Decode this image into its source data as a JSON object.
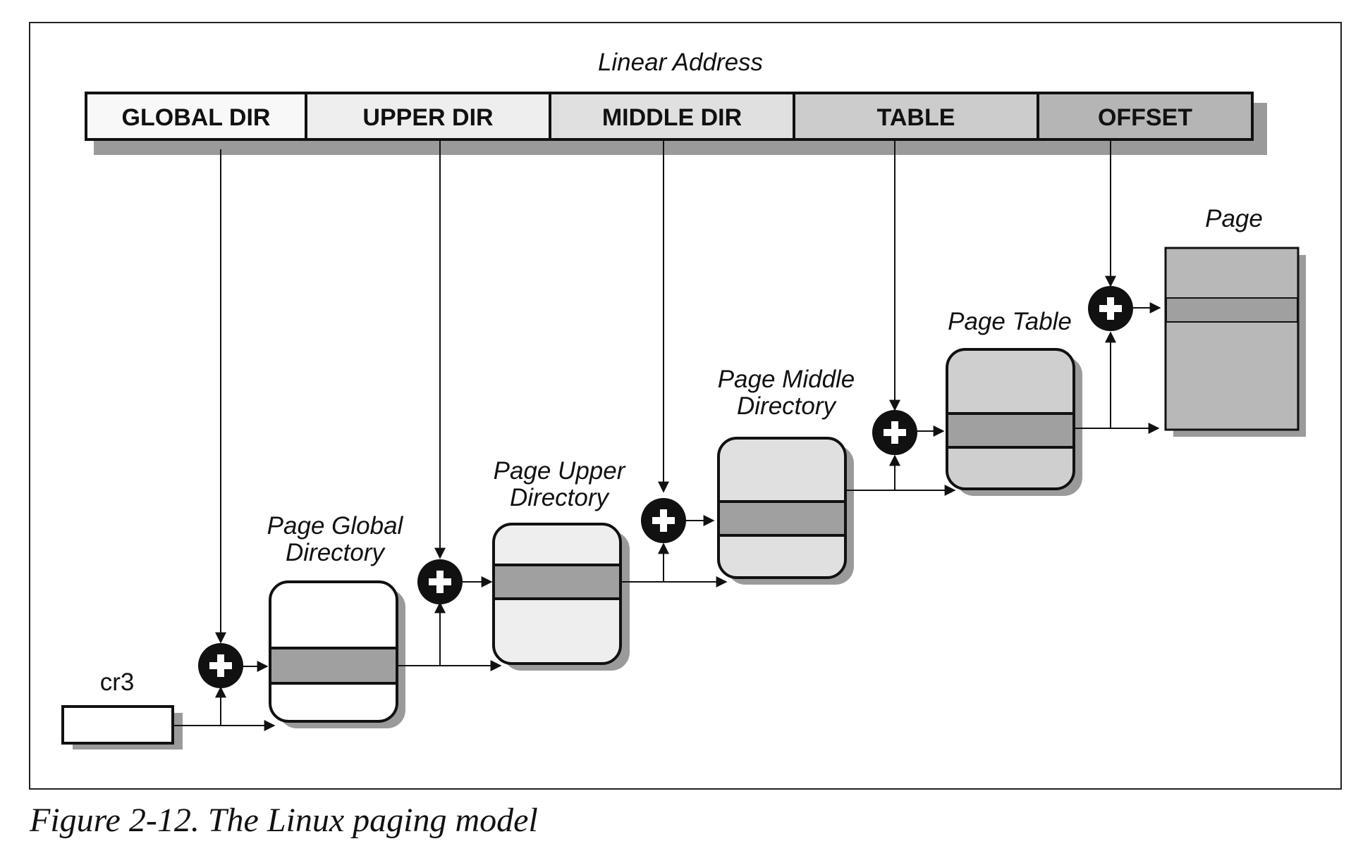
{
  "diagram": {
    "linear_address_label": "Linear Address",
    "fields": [
      {
        "label": "GLOBAL DIR",
        "fill": "#f8f8f8"
      },
      {
        "label": "UPPER DIR",
        "fill": "#eeeeee"
      },
      {
        "label": "MIDDLE DIR",
        "fill": "#e0e0e0"
      },
      {
        "label": "TABLE",
        "fill": "#cccccc"
      },
      {
        "label": "OFFSET",
        "fill": "#b5b5b5"
      }
    ],
    "register_label": "cr3",
    "tables": [
      {
        "line1": "Page Global",
        "line2": "Directory",
        "fill": "#ffffff"
      },
      {
        "line1": "Page Upper",
        "line2": "Directory",
        "fill": "#eeeeee"
      },
      {
        "line1": "Page Middle",
        "line2": "Directory",
        "fill": "#e0e0e0"
      },
      {
        "line1": "Page Table",
        "line2": "",
        "fill": "#cfcfcf"
      }
    ],
    "page_label": "Page",
    "colors": {
      "entry_band": "#a0a0a0",
      "page_fill": "#b8b8b8",
      "shadow": "#9a9a9a",
      "adder": "#111111"
    }
  },
  "caption": "Figure 2-12. The Linux paging model"
}
